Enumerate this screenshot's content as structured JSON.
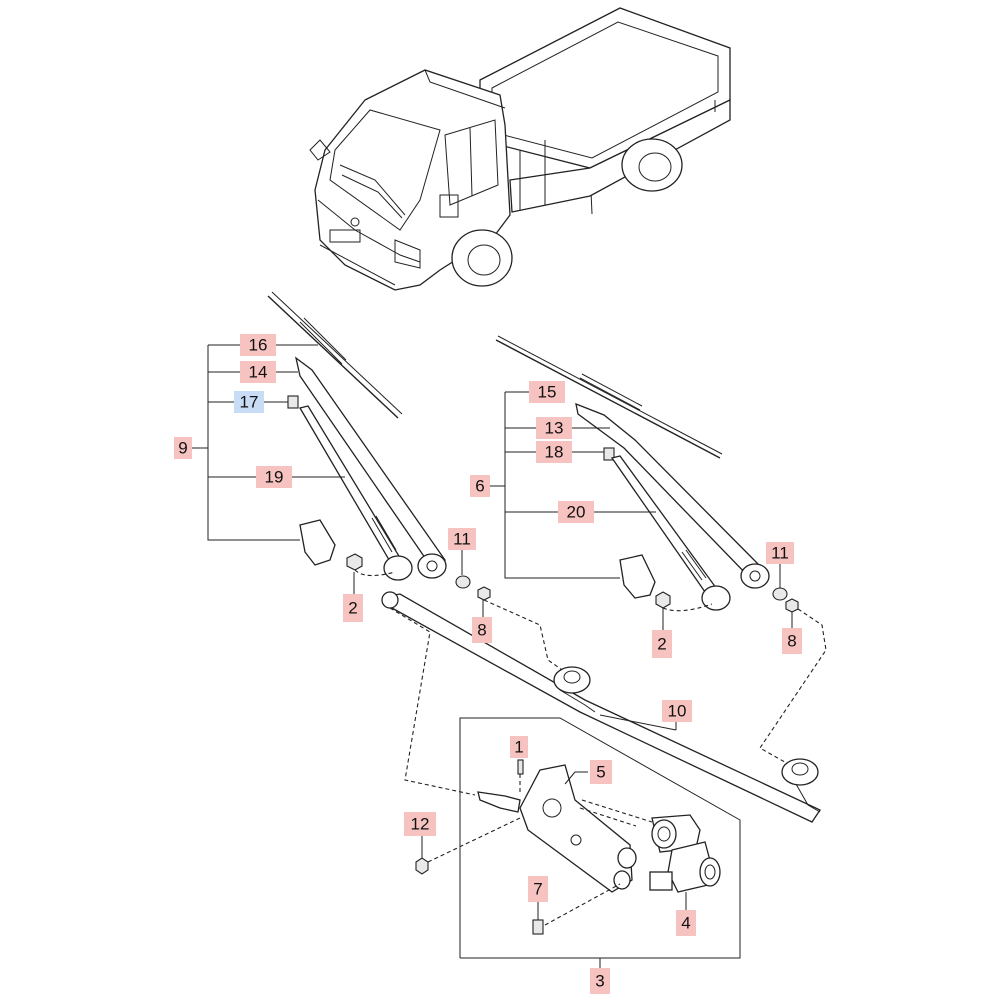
{
  "colors": {
    "callout_red": "#f6c3c1",
    "callout_blue": "#c9dcf6",
    "line": "#222222"
  },
  "callouts": {
    "c1": "1",
    "c2a": "2",
    "c2b": "2",
    "c3": "3",
    "c4": "4",
    "c5": "5",
    "c6": "6",
    "c7": "7",
    "c8a": "8",
    "c8b": "8",
    "c9": "9",
    "c10": "10",
    "c11a": "11",
    "c11b": "11",
    "c12": "12",
    "c13": "13",
    "c14": "14",
    "c15": "15",
    "c16": "16",
    "c17": "17",
    "c18": "18",
    "c19": "19",
    "c20": "20"
  },
  "highlights": {
    "red": [
      "1",
      "2",
      "4",
      "8",
      "11",
      "12",
      "13",
      "14",
      "15",
      "16",
      "18",
      "19",
      "20"
    ],
    "blue": [
      "17"
    ]
  }
}
